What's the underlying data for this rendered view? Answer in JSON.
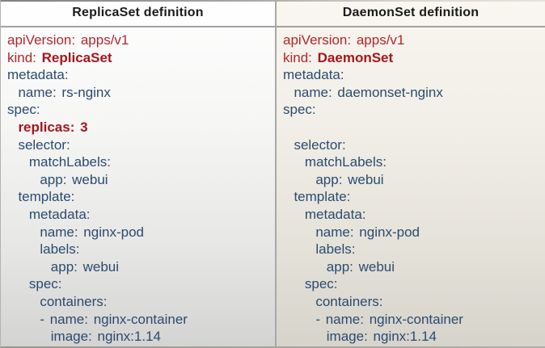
{
  "colors": {
    "red": "#b2262b",
    "red_bold": "#a5161c",
    "blue": "#2b4b70",
    "header_text": "#1b1b1b",
    "divider": "#a9a8a5",
    "header_rule": "#a3a29f"
  },
  "panels": [
    {
      "title": "ReplicaSet definition",
      "lines": [
        {
          "segments": [
            {
              "text": "apiVersion: apps/v1",
              "style": "red"
            }
          ]
        },
        {
          "segments": [
            {
              "text": "kind: ",
              "style": "red"
            },
            {
              "text": "ReplicaSet",
              "style": "red-bold"
            }
          ]
        },
        {
          "segments": [
            {
              "text": "metadata:",
              "style": "blue"
            }
          ]
        },
        {
          "segments": [
            {
              "text": "  name: rs-nginx",
              "style": "blue"
            }
          ]
        },
        {
          "segments": [
            {
              "text": "spec:",
              "style": "blue"
            }
          ]
        },
        {
          "segments": [
            {
              "text": "  replicas: 3",
              "style": "red-bold"
            }
          ]
        },
        {
          "segments": [
            {
              "text": "  selector:",
              "style": "blue"
            }
          ]
        },
        {
          "segments": [
            {
              "text": "    matchLabels:",
              "style": "blue"
            }
          ]
        },
        {
          "segments": [
            {
              "text": "      app: webui",
              "style": "blue"
            }
          ]
        },
        {
          "segments": [
            {
              "text": "  template:",
              "style": "blue"
            }
          ]
        },
        {
          "segments": [
            {
              "text": "    metadata:",
              "style": "blue"
            }
          ]
        },
        {
          "segments": [
            {
              "text": "      name: nginx-pod",
              "style": "blue"
            }
          ]
        },
        {
          "segments": [
            {
              "text": "      labels:",
              "style": "blue"
            }
          ]
        },
        {
          "segments": [
            {
              "text": "        app: webui",
              "style": "blue"
            }
          ]
        },
        {
          "segments": [
            {
              "text": "    spec:",
              "style": "blue"
            }
          ]
        },
        {
          "segments": [
            {
              "text": "      containers:",
              "style": "blue"
            }
          ]
        },
        {
          "segments": [
            {
              "text": "      - name: nginx-container",
              "style": "blue"
            }
          ]
        },
        {
          "segments": [
            {
              "text": "        image: nginx:1.14",
              "style": "blue"
            }
          ]
        }
      ]
    },
    {
      "title": "DaemonSet definition",
      "lines": [
        {
          "segments": [
            {
              "text": "apiVersion: apps/v1",
              "style": "red"
            }
          ]
        },
        {
          "segments": [
            {
              "text": "kind: ",
              "style": "red"
            },
            {
              "text": "DaemonSet",
              "style": "red-bold"
            }
          ]
        },
        {
          "segments": [
            {
              "text": "metadata:",
              "style": "blue"
            }
          ]
        },
        {
          "segments": [
            {
              "text": "  name: daemonset-nginx",
              "style": "blue"
            }
          ]
        },
        {
          "segments": [
            {
              "text": "spec:",
              "style": "blue"
            }
          ]
        },
        {
          "segments": []
        },
        {
          "segments": [
            {
              "text": "  selector:",
              "style": "blue"
            }
          ]
        },
        {
          "segments": [
            {
              "text": "    matchLabels:",
              "style": "blue"
            }
          ]
        },
        {
          "segments": [
            {
              "text": "      app: webui",
              "style": "blue"
            }
          ]
        },
        {
          "segments": [
            {
              "text": "  template:",
              "style": "blue"
            }
          ]
        },
        {
          "segments": [
            {
              "text": "    metadata:",
              "style": "blue"
            }
          ]
        },
        {
          "segments": [
            {
              "text": "      name: nginx-pod",
              "style": "blue"
            }
          ]
        },
        {
          "segments": [
            {
              "text": "      labels:",
              "style": "blue"
            }
          ]
        },
        {
          "segments": [
            {
              "text": "        app: webui",
              "style": "blue"
            }
          ]
        },
        {
          "segments": [
            {
              "text": "    spec:",
              "style": "blue"
            }
          ]
        },
        {
          "segments": [
            {
              "text": "      containers:",
              "style": "blue"
            }
          ]
        },
        {
          "segments": [
            {
              "text": "      - name: nginx-container",
              "style": "blue"
            }
          ]
        },
        {
          "segments": [
            {
              "text": "        image: nginx:1.14",
              "style": "blue"
            }
          ]
        }
      ]
    }
  ]
}
